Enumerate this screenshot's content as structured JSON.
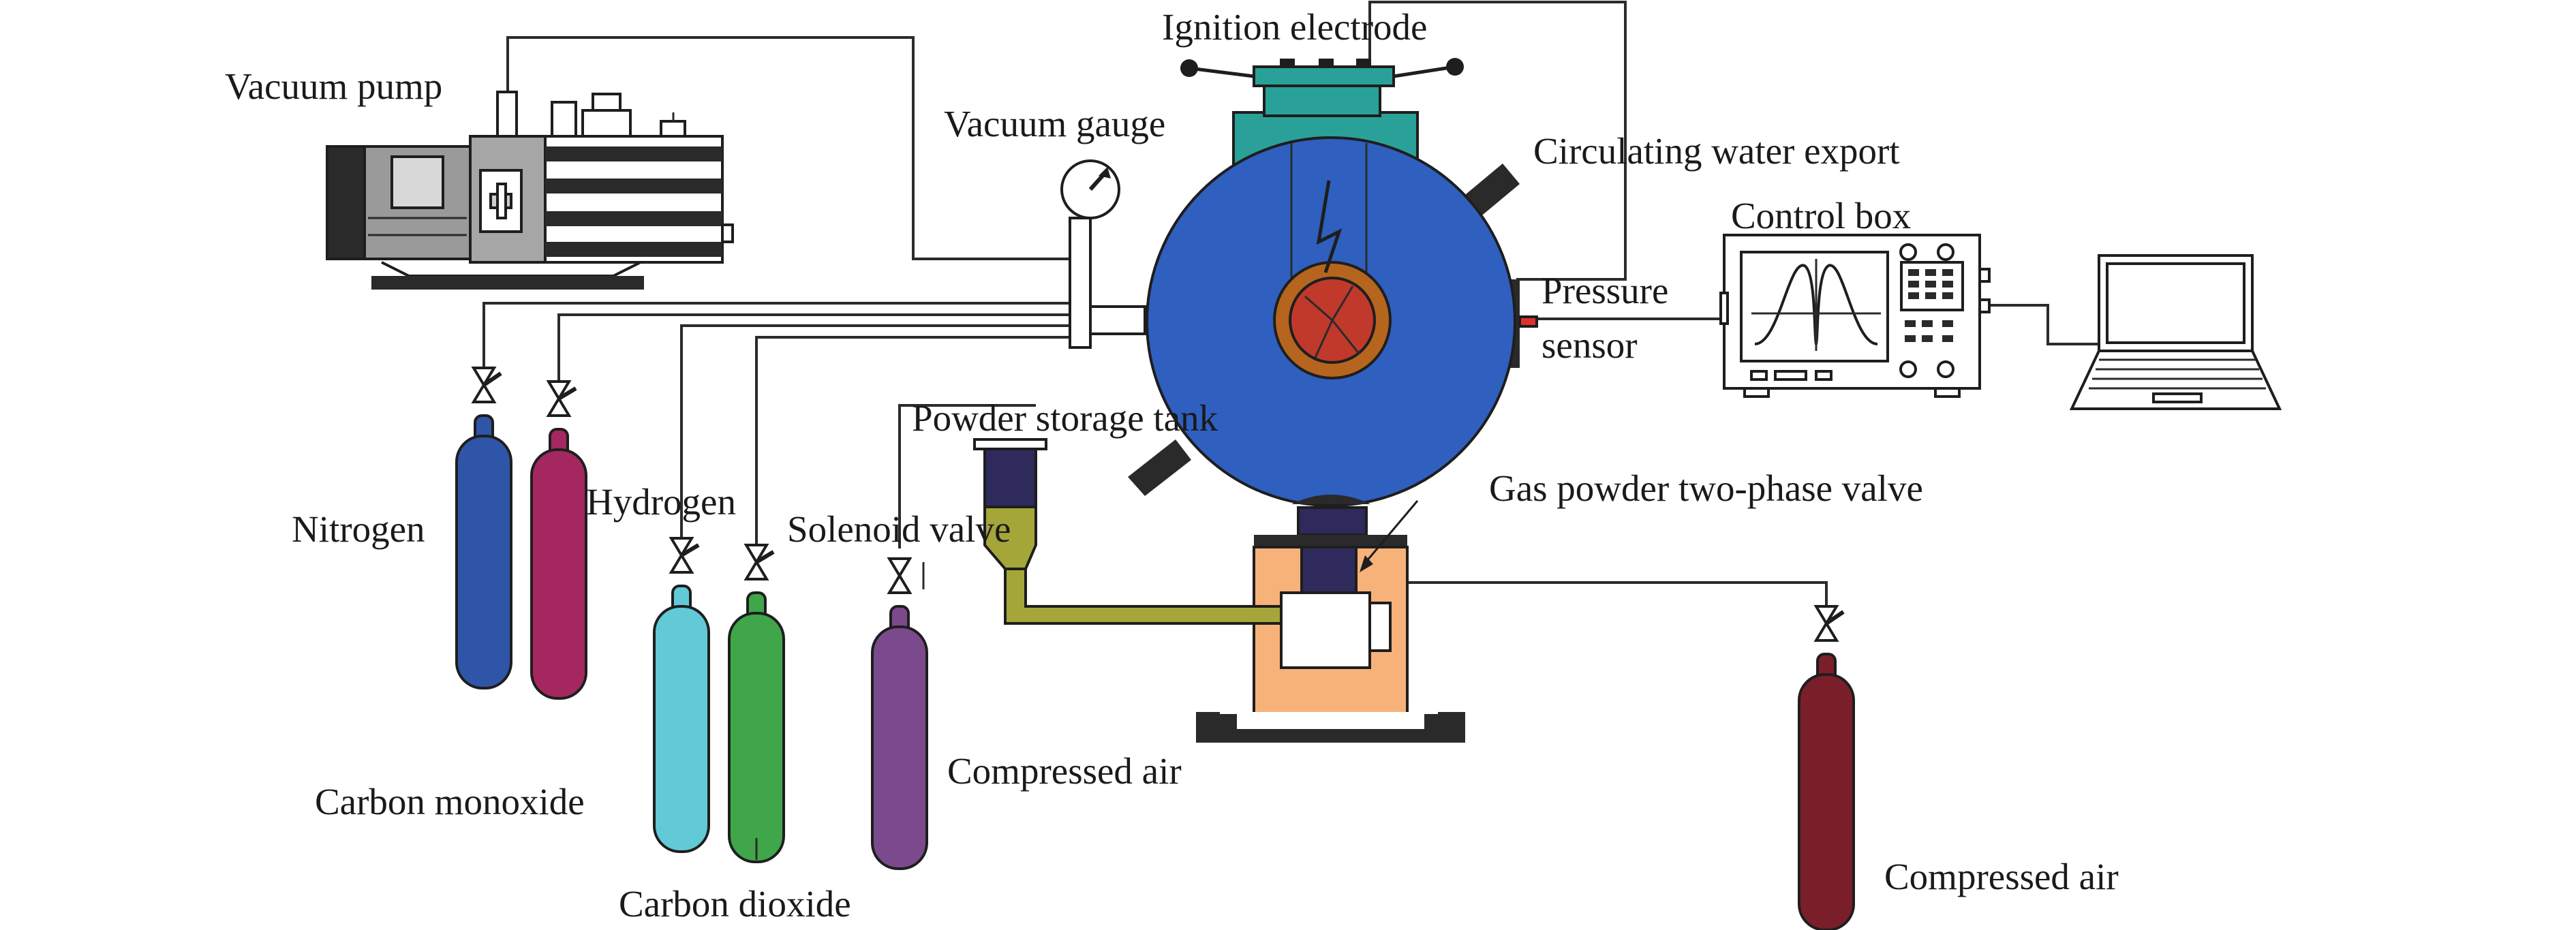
{
  "labels": {
    "ignition_electrode": "Ignition electrode",
    "vacuum_pump": "Vacuum pump",
    "vacuum_gauge": "Vacuum gauge",
    "circulating_water_export": "Circulating water export",
    "control_box": "Control box",
    "pressure": "Pressure",
    "sensor": "sensor",
    "powder_storage_tank": "Powder storage tank",
    "gas_powder_valve": "Gas powder two-phase valve",
    "nitrogen": "Nitrogen",
    "hydrogen": "Hydrogen",
    "solenoid_valve": "Solenoid valve",
    "carbon_monoxide": "Carbon monoxide",
    "carbon_dioxide": "Carbon dioxide",
    "compressed_air_left": "Compressed air",
    "compressed_air_right": "Compressed air"
  },
  "colors": {
    "chamber": "#2f5fbf",
    "chamber_lid": "#2aa198",
    "ignition_core": "#c0392b",
    "ignition_ring": "#b5651d",
    "powder_tank": "#2e2a5c",
    "powder_funnel": "#a4a63a",
    "valve_body": "#f7b27a",
    "cylinder_nitrogen": "#2f55a8",
    "cylinder_hydrogen": "#a4285f",
    "cylinder_co": "#62c9d6",
    "cylinder_co2": "#3fa64a",
    "cylinder_air_left": "#7b4a8c",
    "cylinder_air_right": "#7a1f2a",
    "pressure_sensor": "#e0302e"
  }
}
